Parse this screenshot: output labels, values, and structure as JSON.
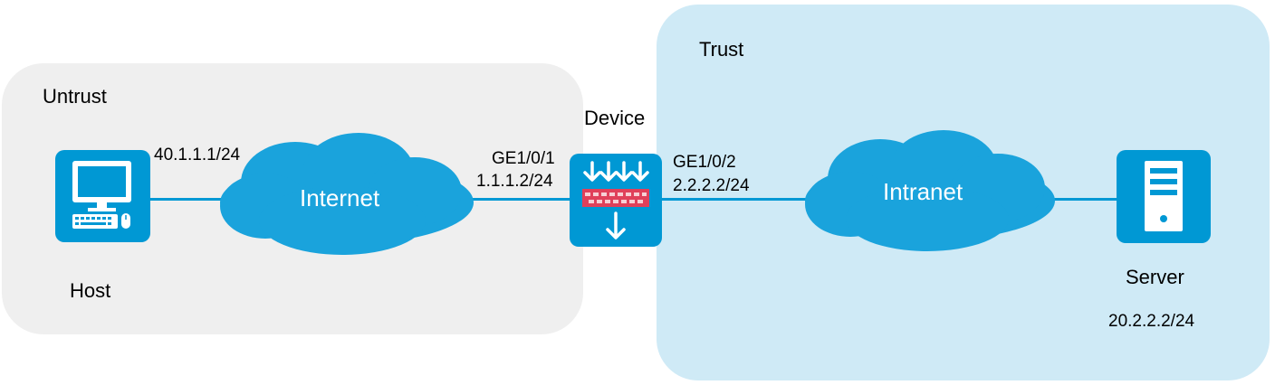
{
  "zones": {
    "untrust": {
      "label": "Untrust",
      "color": "#efefef"
    },
    "trust": {
      "label": "Trust",
      "color": "#cfeaf6"
    }
  },
  "host": {
    "label": "Host",
    "ip": "40.1.1.1/24",
    "icon": "computer-icon"
  },
  "internet": {
    "label": "Internet",
    "icon": "cloud-icon"
  },
  "device": {
    "label": "Device",
    "icon": "firewall-icon",
    "port1": {
      "name": "GE1/0/1",
      "ip": "1.1.1.2/24"
    },
    "port2": {
      "name": "GE1/0/2",
      "ip": "2.2.2.2/24"
    }
  },
  "intranet": {
    "label": "Intranet",
    "icon": "cloud-icon"
  },
  "server": {
    "label": "Server",
    "ip": "20.2.2.2/24",
    "icon": "server-icon"
  },
  "colors": {
    "device_blue": "#0098d4",
    "cloud_blue": "#1aa3dc",
    "firewall_red": "#e0405a"
  }
}
